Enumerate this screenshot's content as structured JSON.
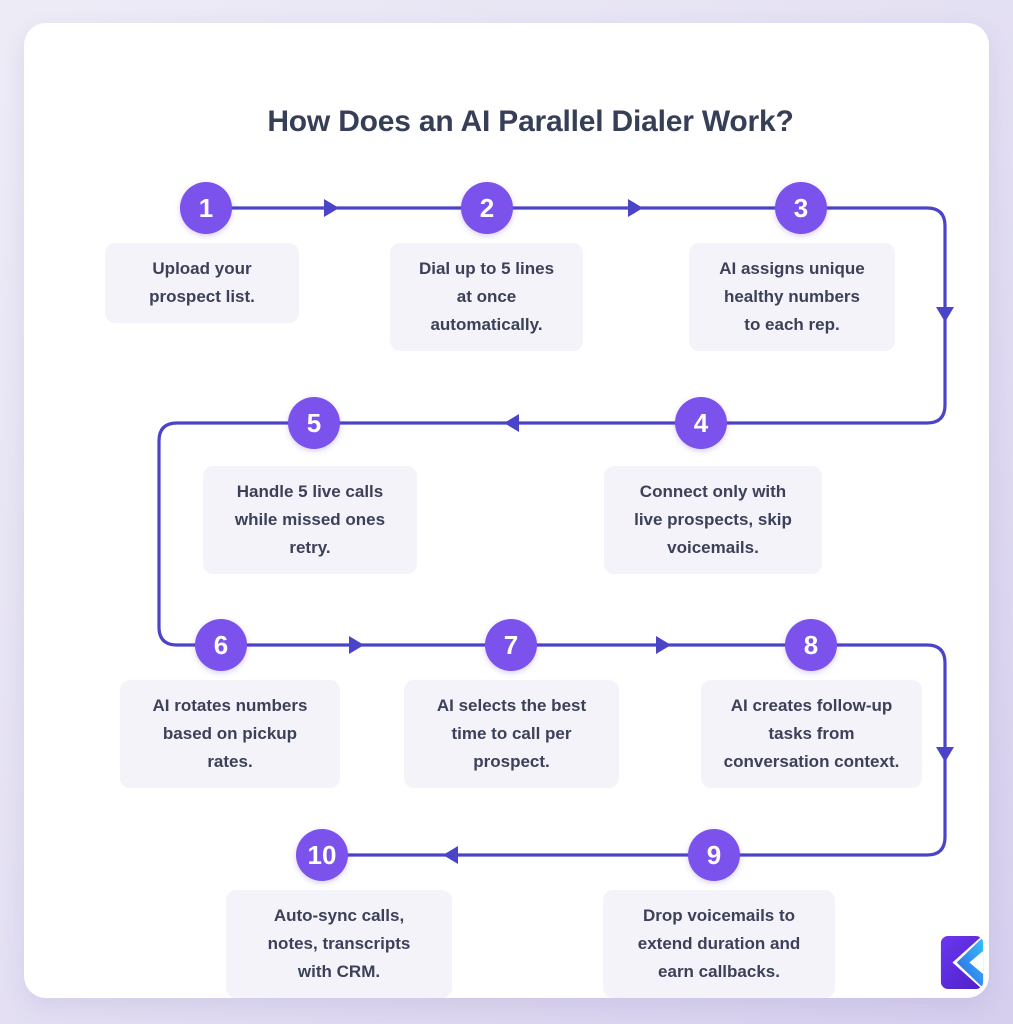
{
  "title": "How Does an AI Parallel Dialer Work?",
  "steps": [
    {
      "number": "1",
      "label": "Upload your prospect list.",
      "lines": [
        "Upload your",
        "prospect list."
      ]
    },
    {
      "number": "2",
      "label": "Dial up to 5 lines at once automatically.",
      "lines": [
        "Dial up to 5 lines",
        "at once",
        "automatically."
      ]
    },
    {
      "number": "3",
      "label": "AI assigns unique healthy numbers to each rep.",
      "lines": [
        "AI assigns unique",
        "healthy numbers",
        "to each rep."
      ]
    },
    {
      "number": "4",
      "label": "Connect only with live prospects, skip voicemails.",
      "lines": [
        "Connect only with",
        "live prospects, skip",
        "voicemails."
      ]
    },
    {
      "number": "5",
      "label": "Handle 5 live calls while missed ones retry.",
      "lines": [
        "Handle 5 live calls",
        "while missed ones",
        "retry."
      ]
    },
    {
      "number": "6",
      "label": "AI rotates numbers based on pickup rates.",
      "lines": [
        "AI rotates numbers",
        "based on pickup",
        "rates."
      ]
    },
    {
      "number": "7",
      "label": "AI selects the best time to call per prospect.",
      "lines": [
        "AI selects the best",
        "time to call per",
        "prospect."
      ]
    },
    {
      "number": "8",
      "label": "AI creates follow-up tasks from conversation context.",
      "lines": [
        "AI creates follow-up",
        "tasks from",
        "conversation context."
      ]
    },
    {
      "number": "9",
      "label": "Drop voicemails to extend duration and earn callbacks.",
      "lines": [
        "Drop voicemails to",
        "extend duration and",
        "earn callbacks."
      ]
    },
    {
      "number": "10",
      "label": "Auto-sync calls, notes, transcripts with CRM.",
      "lines": [
        "Auto-sync calls,",
        "notes, transcripts",
        "with CRM."
      ]
    }
  ],
  "icons": {
    "brand_logo": "k-chevron-logo",
    "flow_arrows": [
      "arrow-right-icon",
      "arrow-down-icon",
      "arrow-left-icon"
    ]
  },
  "colors": {
    "accent_circle": "#7B52EB",
    "connector_line": "#4B43C8",
    "card_bg": "#FFFFFF",
    "box_bg": "#F5F3FA",
    "title_text": "#373F57",
    "body_text": "#3A4158",
    "page_bg_start": "#EDECF6",
    "page_bg_end": "#D6CFEE",
    "logo_purple": "#5B2BD6",
    "logo_cyan": "#2FB9F2"
  }
}
